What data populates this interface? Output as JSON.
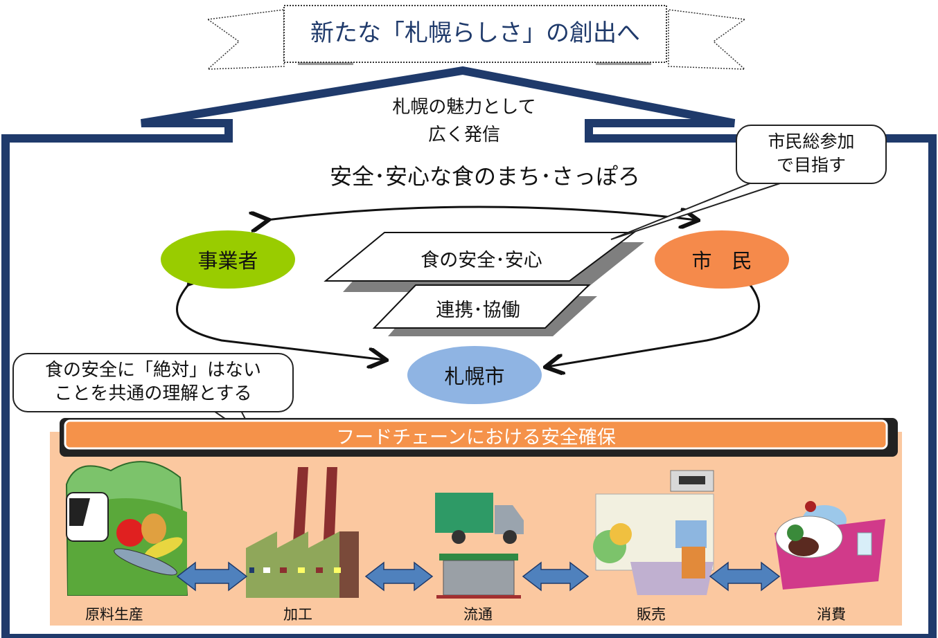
{
  "banner": {
    "title": "新たな「札幌らしさ」の創出へ"
  },
  "arrow_text": {
    "line1": "札幌の魅力として",
    "line2": "広く発信"
  },
  "main_title": "安全･安心な食のまち･さっぽろ",
  "callout_top": {
    "line1": "市民総参加",
    "line2": "で目指す"
  },
  "actors": {
    "business": "事業者",
    "citizens": "市　民",
    "city": "札幌市"
  },
  "planes": {
    "upper": "食の安全･安心",
    "lower": "連携･協働"
  },
  "callout_left": {
    "line1": "食の安全に「絶対」はない",
    "line2": "ことを共通の理解とする"
  },
  "food_chain": {
    "header": "フードチェーンにおける安全確保",
    "stages": [
      "原料生産",
      "加工",
      "流通",
      "販売",
      "消費"
    ]
  },
  "colors": {
    "frame": "#1f3a6b",
    "business": "#99cc00",
    "citizens": "#f58a4b",
    "city": "#8fb4e3",
    "chain_bg": "#fbc8a0",
    "chain_header": "#f5924a",
    "arrow_fill": "#4f81bd"
  }
}
